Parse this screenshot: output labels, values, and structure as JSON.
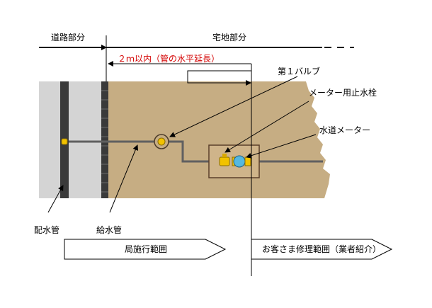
{
  "labels": {
    "road_part": "道路部分",
    "residential_part": "宅地部分",
    "two_meter": "２ｍ以内（管の水平延長）",
    "first_valve": "第１バルブ",
    "meter_stop_valve": "メーター用止水栓",
    "water_meter": "水道メーター",
    "distribution_pipe": "配水管",
    "service_pipe": "給水管",
    "bureau_scope": "局施行範囲",
    "customer_scope": "お客さま修理範囲（業者紹介）"
  },
  "colors": {
    "road": "#d4d4d4",
    "land": "#c6ad83",
    "pipe": "#606060",
    "wall": "#3a3a3a",
    "accent_red": "#d40000",
    "valve_yellow": "#f2c200",
    "meter_blue": "#55b8e0"
  }
}
